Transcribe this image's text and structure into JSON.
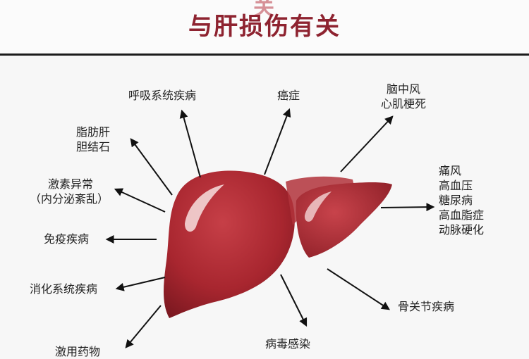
{
  "header": {
    "title": "与肝损伤有关"
  },
  "labels": {
    "respiratory": "呼吸系统疾病",
    "cancer": "癌症",
    "stroke_1": "脑中风",
    "stroke_2": "心肌梗死",
    "fatty_liver_1": "脂肪肝",
    "fatty_liver_2": "胆结石",
    "hormone_1": "激素异常",
    "hormone_2": "（内分泌紊乱）",
    "metabolic": [
      "痛风",
      "高血压",
      "糖尿病",
      "高血脂症",
      "动脉硬化"
    ],
    "immune": "免疫疾病",
    "digestive": "消化系统疾病",
    "bone_joint": "骨关节疾病",
    "virus": "病毒感染",
    "drug": "激用药物"
  }
}
